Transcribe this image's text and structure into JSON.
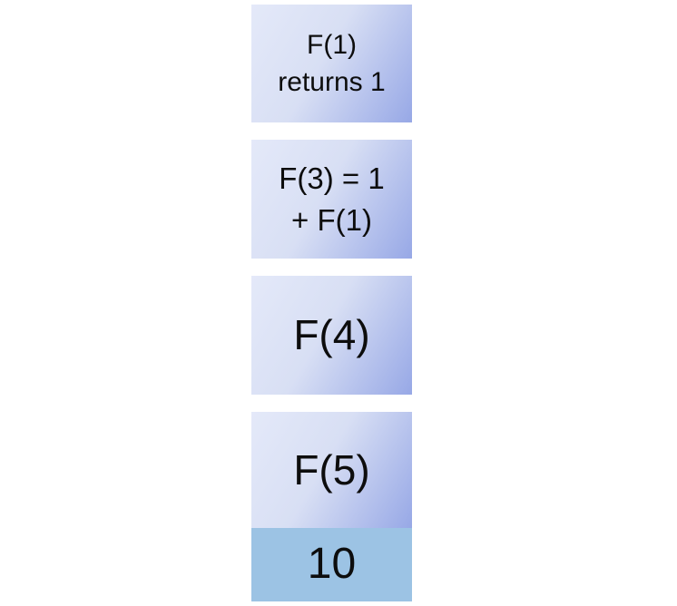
{
  "page": {
    "background_color": "#ffffff"
  },
  "call_stack": {
    "frames": [
      {
        "id": "frame-f1",
        "kind": "stack-frame",
        "lines": [
          "F(1)",
          "returns 1"
        ]
      },
      {
        "id": "frame-f3",
        "kind": "stack-frame",
        "lines": [
          "F(3) = 1",
          "+ F(1)"
        ]
      },
      {
        "id": "frame-f4",
        "kind": "stack-frame",
        "lines": [
          "F(4)"
        ]
      },
      {
        "id": "frame-f5",
        "kind": "stack-frame",
        "lines": [
          "F(5)"
        ]
      },
      {
        "id": "frame-result",
        "kind": "result-value",
        "lines": [
          "10"
        ]
      }
    ],
    "colors": {
      "frame_gradient_light": "#e4e9f9",
      "frame_gradient_mid": "#d8dff4",
      "frame_gradient_dark": "#97a8e6",
      "result_fill": "#9cc3e4",
      "text_color": "#0d0d0d"
    }
  }
}
